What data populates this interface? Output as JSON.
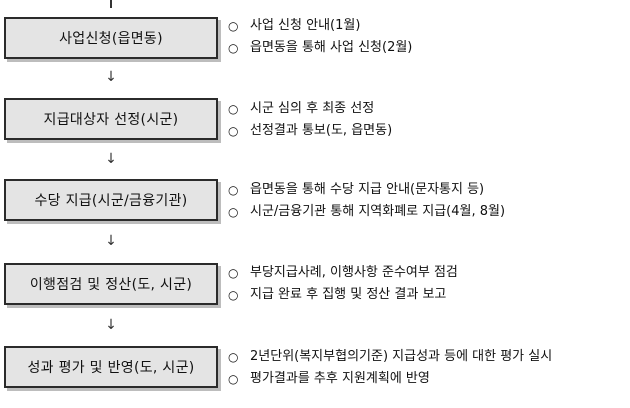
{
  "bullet_glyph": "○",
  "arrow_glyph": "↓",
  "steps": [
    {
      "label": "사업신청(읍면동)",
      "details": [
        "사업 신청 안내(1월)",
        "읍면동을 통해 사업 신청(2월)"
      ]
    },
    {
      "label": "지급대상자 선정(시군)",
      "details": [
        "시군 심의 후 최종 선정",
        "선정결과 통보(도, 읍면동)"
      ]
    },
    {
      "label": "수당 지급(시군/금융기관)",
      "details": [
        "읍면동을 통해 수당 지급 안내(문자통지 등)",
        "시군/금융기관 통해 지역화폐로 지급(4월, 8월)"
      ]
    },
    {
      "label": "이행점검 및 정산(도, 시군)",
      "details": [
        "부당지급사례, 이행사항 준수여부 점검",
        "지급 완료 후 집행 및 정산 결과 보고"
      ]
    },
    {
      "label": "성과 평가 및 반영(도, 시군)",
      "details": [
        "2년단위(복지부협의기준) 지급성과 등에 대한 평가 실시",
        "평가결과를 추후 지원계획에 반영"
      ]
    }
  ]
}
